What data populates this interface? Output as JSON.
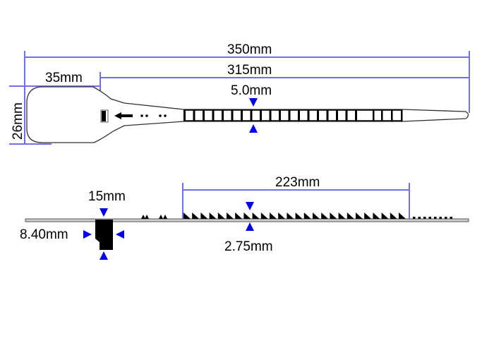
{
  "dimensions": {
    "total_length": "350mm",
    "strap_length": "315mm",
    "head_length": "35mm",
    "head_height": "26mm",
    "strap_width": "5.0mm",
    "lock_width": "15mm",
    "lock_height": "8.40mm",
    "serrated_length": "223mm",
    "strap_thickness": "2.75mm"
  },
  "colors": {
    "dimension_line": "#7070ee",
    "arrow": "#0000ee",
    "outline": "#000000"
  }
}
